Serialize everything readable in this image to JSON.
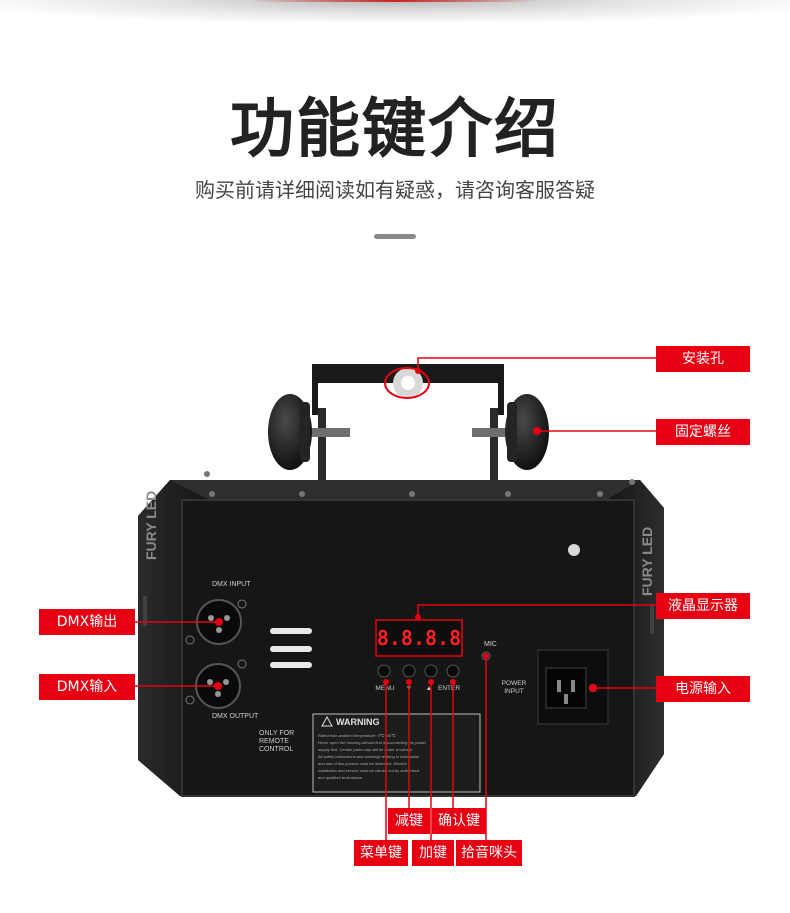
{
  "title": "功能键介绍",
  "subtitle": "购买前请详细阅读如有疑惑，请咨询客服答疑",
  "colors": {
    "accent": "#e60012",
    "device_body": "#1b1b1b",
    "lcd": "#ff2020"
  },
  "device": {
    "brand_left": "FURY LED",
    "brand_right": "FURY LED",
    "dmx_input": "DMX INPUT",
    "dmx_output": "DMX OUTPUT",
    "remote": [
      "ONLY FOR",
      "REMOTE",
      "CONTROL"
    ],
    "lcd_digits": "8.8.8.8",
    "mic": "MIC",
    "power_input": [
      "POWER",
      "INPUT"
    ],
    "buttons": [
      "MENU",
      "▼",
      "▲",
      "ENTER"
    ],
    "warning_title": "WARNING",
    "warning_lines": [
      "Rated max ambient temperature: 0℃~40℃",
      "Never open the housing without first disconnecting the power",
      "supply first. Certain parts may still be under a voltage",
      "All safety instructions and warnings relating to installation",
      "and use of this product must be observed. Electric",
      "installation and service must be carried out by authorised",
      "and qualified technicians."
    ]
  },
  "callouts": {
    "mounting_hole": "安装孔",
    "fixing_screw": "固定螺丝",
    "lcd_display": "液晶显示器",
    "power_input": "电源输入",
    "dmx_out": "DMX输出",
    "dmx_in": "DMX输入",
    "down_key": "减键",
    "confirm_key": "确认键",
    "menu_key": "菜单键",
    "up_key": "加键",
    "mic_pickup": "拾音咪头"
  }
}
